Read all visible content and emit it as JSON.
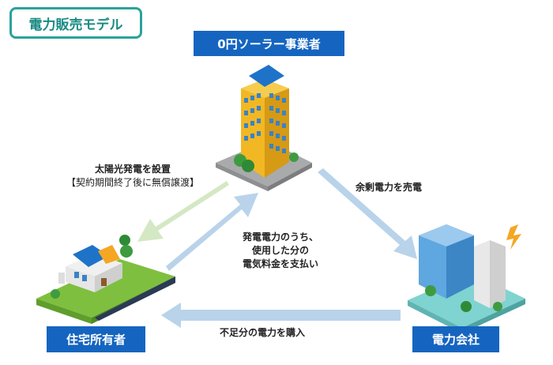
{
  "title": "電力販売モデル",
  "nodes": {
    "solar_company": "0円ソーラー事業者",
    "homeowner": "住宅所有者",
    "utility": "電力会社"
  },
  "flows": {
    "install": "太陽光発電を設置",
    "install_sub": "【契約期間終了後に無償譲渡】",
    "sell_surplus": "余剰電力を売電",
    "pay_line1": "発電電力のうち、",
    "pay_line2": "使用した分の",
    "pay_line3": "電気料金を支払い",
    "buy_shortage": "不足分の電力を購入"
  },
  "colors": {
    "accent_teal": "#2aa39a",
    "label_blue": "#1565c0",
    "arrow_blue": "#b9d3ea",
    "arrow_green": "#d4e8c4"
  }
}
